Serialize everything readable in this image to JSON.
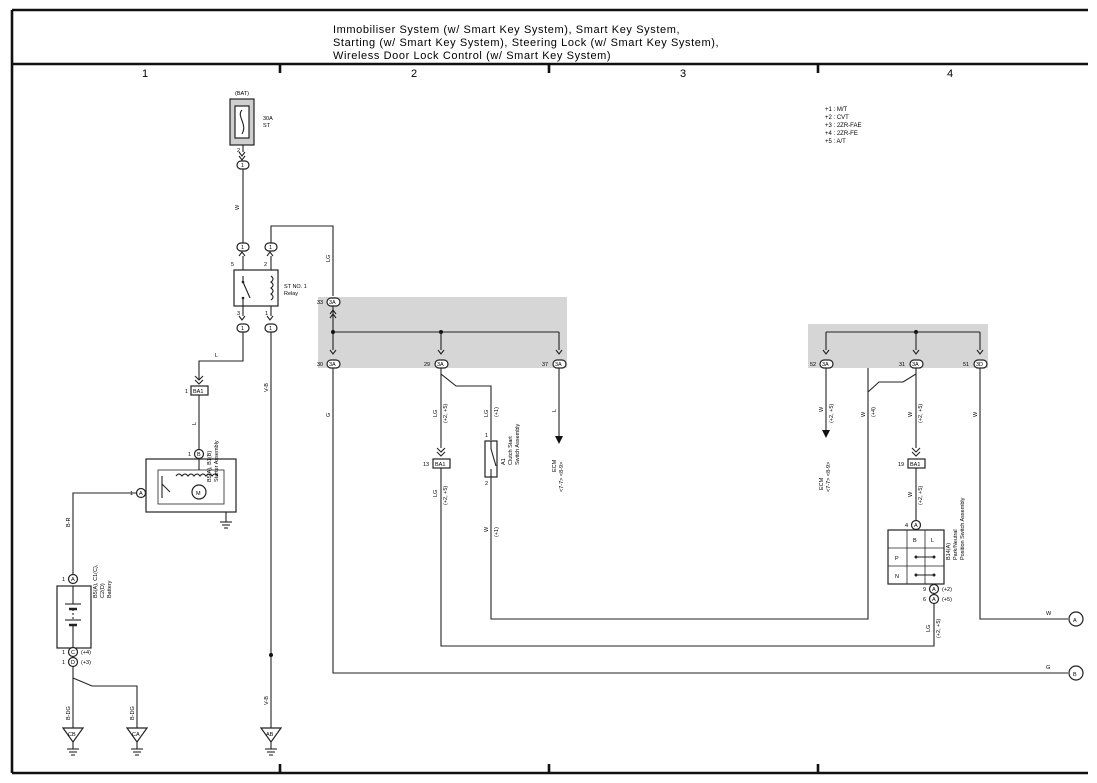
{
  "title": {
    "lines": [
      "Immobiliser System (w/ Smart Key System),  Smart Key System,",
      "Starting (w/ Smart Key System),  Steering Lock (w/ Smart Key System),",
      "Wireless Door Lock Control (w/ Smart Key System)"
    ]
  },
  "columns": [
    "1",
    "2",
    "3",
    "4"
  ],
  "notes": [
    "+1 : M/T",
    "+2 : CVT",
    "+3 : 2ZR-FAE",
    "+4 : 2ZR-FE",
    "+5 : A/T"
  ],
  "fuse": {
    "source": "(BAT)",
    "rating": "30A",
    "name": "ST",
    "pin": "2",
    "conn": "1"
  },
  "relay": {
    "name": "ST NO. 1",
    "type": "Relay",
    "pins": [
      "5",
      "2",
      "3",
      "1"
    ],
    "conn": "1"
  },
  "junction": {
    "code": "3A",
    "pins": [
      "33",
      "30",
      "29",
      "37",
      "52",
      "31",
      "51"
    ],
    "pin51_code": "3D"
  },
  "connectors": {
    "ba1": "BA1",
    "pin_ba1_left": "1",
    "pin_ba1_mid": "13",
    "pin_ba1_right": "19"
  },
  "starter": {
    "line1": "B5(A), B1(B)",
    "line2": "Starter Assembly",
    "pin_a": "1",
    "pin_b": "1"
  },
  "battery": {
    "line1": "B5(A), C1(C),",
    "line2": "C2(D)",
    "line3": "Battery",
    "pin_top": "1",
    "pin_c": "1",
    "pin_d": "1",
    "cond_c": "(+4)",
    "cond_d": "(+3)"
  },
  "clutch": {
    "line1": "A1",
    "line2": "Clutch Start",
    "line3": "Switch Assembly",
    "pins": [
      "1",
      "2"
    ]
  },
  "pnp": {
    "line1": "B14(A)",
    "line2": "Park/Neutral",
    "line3": "Position Switch Assembly",
    "pin_top": "4",
    "pin_a2": "9",
    "pin_a5": "6",
    "cond_a2": "(+2)",
    "cond_a5": "(+5)",
    "cells": [
      "B",
      "L",
      "P",
      "N"
    ]
  },
  "ecm_left": {
    "name": "ECM",
    "ref": "<7-7> <8-9>"
  },
  "ecm_right": {
    "name": "ECM",
    "ref": "<7-7> <8-9>"
  },
  "grounds": [
    "CB",
    "CA",
    "AB"
  ],
  "offpage": [
    "A",
    "B"
  ],
  "wire_labels": {
    "w": "W",
    "lg": "LG",
    "l": "L",
    "g": "G",
    "vb": "V-B",
    "br": "B-R",
    "bdg": "B-DG",
    "c25": "(+2, +5)",
    "c1": "(+1)",
    "c4": "(+4)"
  }
}
